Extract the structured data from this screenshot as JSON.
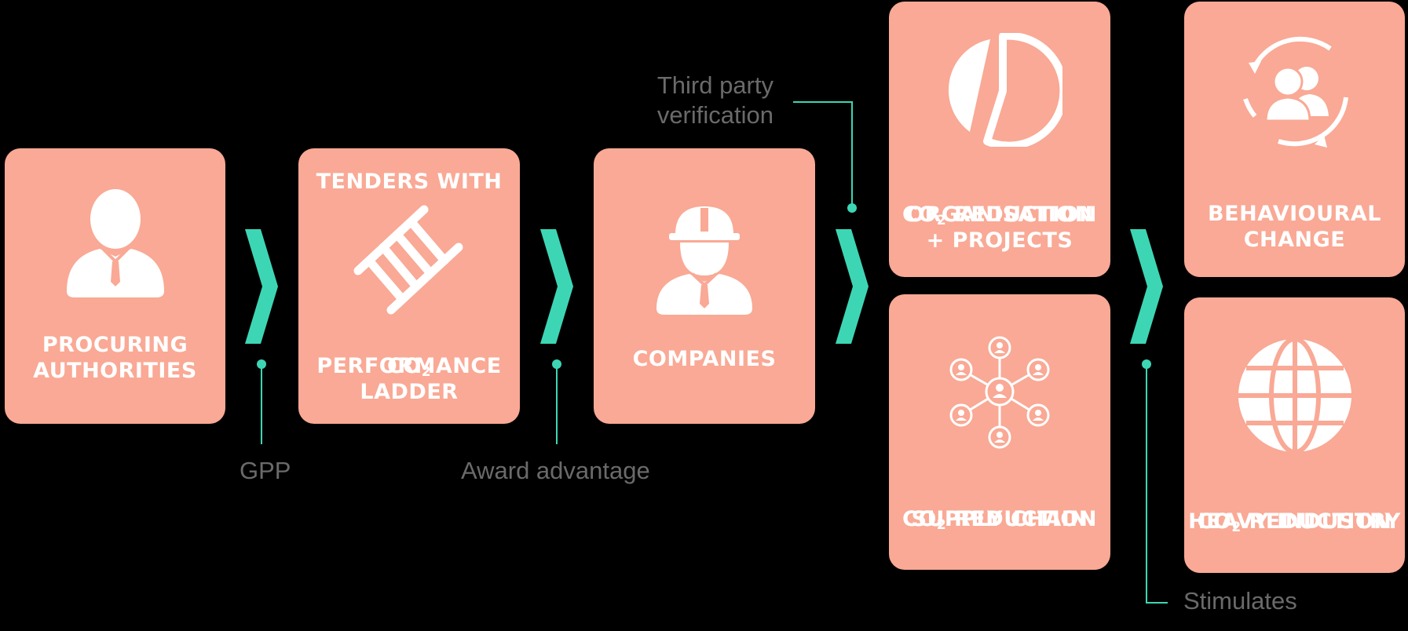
{
  "colors": {
    "card": "#F9A995",
    "accent": "#3DD6B4",
    "annotation": "#6a6a6a",
    "background": "#000000"
  },
  "cards": {
    "procuring": {
      "label": "PROCURING\nAUTHORITIES",
      "icon": "businessman-icon"
    },
    "tenders": {
      "top_label": "TENDERS WITH",
      "co": "CO",
      "sub": "2",
      "bottom_label": "PERFORMANCE\nLADDER",
      "icon": "ladder-icon"
    },
    "companies": {
      "label": "COMPANIES",
      "icon": "construction-worker-icon"
    },
    "org_projects": {
      "co": "CO",
      "sub": "2",
      "line1": " REDUCTION",
      "rest": "ORGANISATION\n+ PROJECTS",
      "icon": "pie-chart-icon"
    },
    "supply_chain": {
      "co": "CO",
      "sub": "2",
      "line1": " REDUCTION",
      "rest": "SUPPLY CHAIN",
      "icon": "network-icon"
    },
    "behavioural": {
      "label": "BEHAVIOURAL\nCHANGE",
      "icon": "people-cycle-icon"
    },
    "heavy_industry": {
      "co": "CO",
      "sub": "2",
      "line1": " REDUCTION",
      "rest": "HEAVY INDUSTRY",
      "icon": "globe-icon"
    }
  },
  "annotations": {
    "gpp": "GPP",
    "award": "Award advantage",
    "verification": "Third party\nverification",
    "stimulates": "Stimulates"
  },
  "connectors": [
    "chevron-right-icon",
    "chevron-right-icon",
    "chevron-right-icon",
    "chevron-right-icon"
  ]
}
